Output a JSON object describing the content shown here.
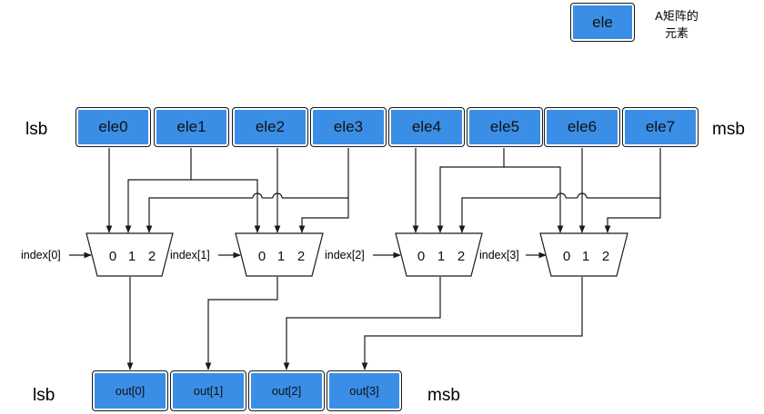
{
  "legend": {
    "box_label": "ele",
    "description_line1": "A矩阵的",
    "description_line2": "元素"
  },
  "input_row": {
    "left_label": "lsb",
    "right_label": "msb",
    "cells": [
      "ele0",
      "ele1",
      "ele2",
      "ele3",
      "ele4",
      "ele5",
      "ele6",
      "ele7"
    ]
  },
  "muxes": [
    {
      "select_label": "index[0]",
      "inputs": [
        "0",
        "1",
        "2"
      ]
    },
    {
      "select_label": "index[1]",
      "inputs": [
        "0",
        "1",
        "2"
      ]
    },
    {
      "select_label": "index[2]",
      "inputs": [
        "0",
        "1",
        "2"
      ]
    },
    {
      "select_label": "index[3]",
      "inputs": [
        "0",
        "1",
        "2"
      ]
    }
  ],
  "output_row": {
    "left_label": "lsb",
    "right_label": "msb",
    "cells": [
      "out[0]",
      "out[1]",
      "out[2]",
      "out[3]"
    ]
  },
  "colors": {
    "cell_fill": "#3a8ee6",
    "stroke": "#1a1a1a"
  }
}
